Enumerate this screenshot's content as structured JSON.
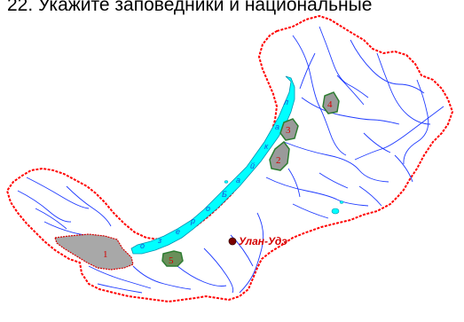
{
  "question": {
    "text": "22.  Укажите заповедники и национальные"
  },
  "map": {
    "city_label": "Улан-Удэ",
    "reserves": [
      {
        "number": "1"
      },
      {
        "number": "2"
      },
      {
        "number": "3"
      },
      {
        "number": "4"
      },
      {
        "number": "5"
      }
    ],
    "lake_letters": [
      "о",
      "з",
      "е",
      "р",
      "о",
      "Б",
      "а",
      "й",
      "к",
      "а",
      "л"
    ],
    "colors": {
      "boundary": "#ff0000",
      "rivers": "#1f3bff",
      "lake": "#00ffff",
      "reserve_fill": "#a8a8a8",
      "reserve_green": "#2e7d32",
      "city_dot": "#7a0000"
    }
  }
}
